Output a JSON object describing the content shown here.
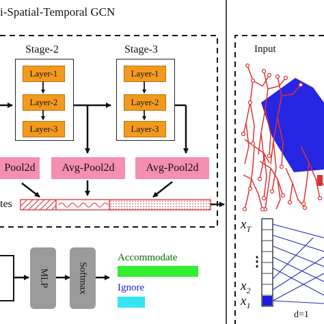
{
  "title": "i-Spatial-Temporal  GCN",
  "stages": [
    {
      "label": "Stage-2",
      "layers": [
        "Layer-1",
        "Layer-2",
        "Layer-3"
      ]
    },
    {
      "label": "Stage-3",
      "layers": [
        "Layer-1",
        "Layer-2",
        "Layer-3"
      ]
    }
  ],
  "pools": [
    "Pool2d",
    "Avg-Pool2d",
    "Avg-Pool2d"
  ],
  "features_label": "tes",
  "classifier": {
    "mlp": "MLP",
    "softmax": "Softmax"
  },
  "legend": [
    {
      "label": "Accommodate",
      "color": "#33ee33"
    },
    {
      "label": "Ignore",
      "color": "#33e6f0"
    }
  ],
  "right_panel": {
    "input_label": "Input",
    "x_top": "T",
    "x_2": "2",
    "x_1": "1",
    "dots": "⋮",
    "d_label": "d=1"
  },
  "colors": {
    "layer": "#f39a1e",
    "pool": "#f48fb1",
    "skeleton": "#e03030",
    "highlight": "#1a1ae0"
  }
}
